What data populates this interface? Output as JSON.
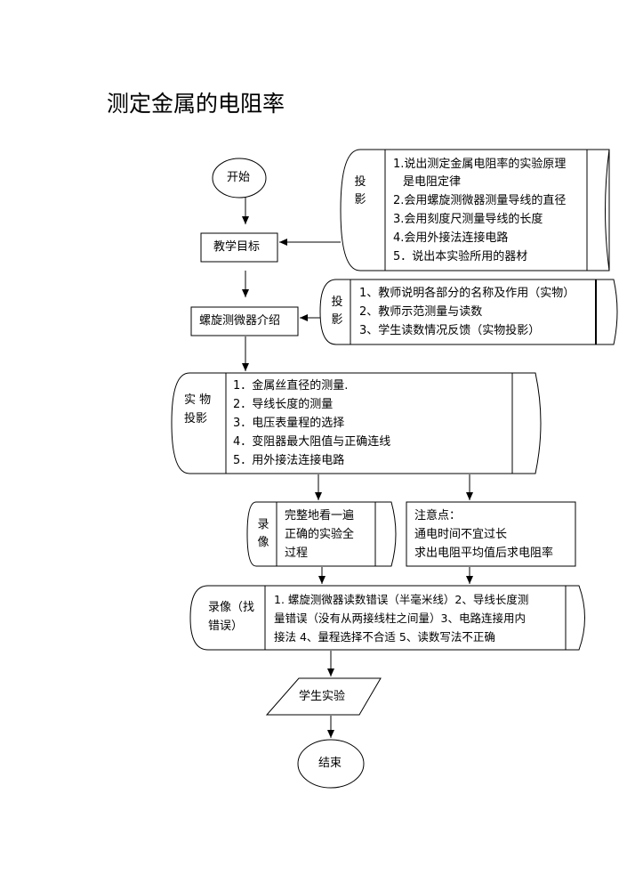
{
  "title": "测定金属的电阻率",
  "nodes": {
    "start": "开始",
    "goals": "教学目标",
    "micrometer_intro": "螺旋测微器介绍",
    "student_experiment": "学生实验",
    "end": "结束"
  },
  "projection_1": {
    "side_label": "投影",
    "items": [
      "1.说出测定金属电阻率的实验原理",
      "是电阻定律",
      "2.会用螺旋测微器测量导线的直径",
      "3.会用刻度尺测量导线的长度",
      "4.会用外接法连接电路",
      "5．说出本实验所用的器材"
    ]
  },
  "projection_2": {
    "side_label": "投影",
    "items": [
      "1、教师说明各部分的名称及作用（实物）",
      "2、教师示范测量与读数",
      "3、学生读数情况反馈（实物投影）"
    ]
  },
  "physical_projection": {
    "side_label_1": "实  物",
    "side_label_2": "投影",
    "items": [
      "1．金属丝直径的测量.",
      "2．导线长度的测量",
      "3．电压表量程的选择",
      "4．变阻器最大阻值与正确连线",
      "5．用外接法连接电路"
    ]
  },
  "video_1": {
    "side_label": "录像",
    "lines": [
      "完整地看一遍",
      "正确的实验全",
      "过程"
    ]
  },
  "notes": {
    "heading": "注意点：",
    "lines": [
      "通电时间不宜过长",
      "求出电阻平均值后求电阻率"
    ]
  },
  "video_2": {
    "side_label_1": "录像（找",
    "side_label_2": "错误）",
    "lines": [
      "1. 螺旋测微器读数错误（半毫米线）2、导线长度测",
      "量错误（没有从两接线柱之间量）3、电路连接用内",
      "接法 4、量程选择不合适 5、读数写法不正确"
    ]
  }
}
